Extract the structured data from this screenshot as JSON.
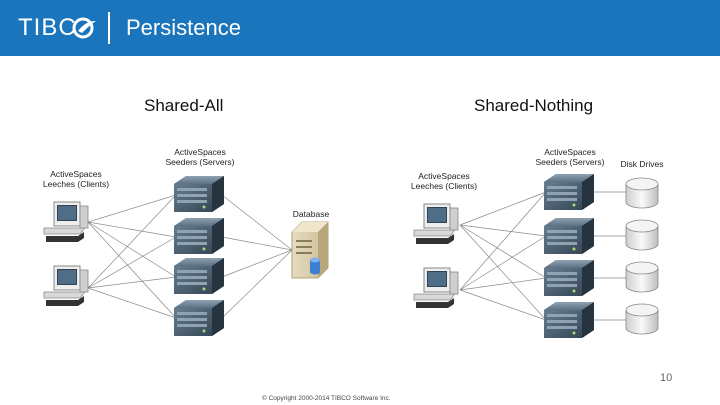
{
  "header": {
    "logo": "TIBC",
    "title": "Persistence"
  },
  "shared_all": {
    "title": "Shared-All",
    "seeders_label_1": "ActiveSpaces",
    "seeders_label_2": "Seeders (Servers)",
    "leeches_label_1": "ActiveSpaces",
    "leeches_label_2": "Leeches (Clients)",
    "database_label": "Database"
  },
  "shared_nothing": {
    "title": "Shared-Nothing",
    "seeders_label_1": "ActiveSpaces",
    "seeders_label_2": "Seeders (Servers)",
    "leeches_label_1": "ActiveSpaces",
    "leeches_label_2": "Leeches (Clients)",
    "disk_label": "Disk Drives"
  },
  "footer": {
    "page_number": "10",
    "copyright": "© Copyright 2000-2014 TIBCO Software Inc."
  },
  "colors": {
    "header": "#1b75bc",
    "server": "#3a4f61",
    "disk": "#e8e8e8"
  }
}
